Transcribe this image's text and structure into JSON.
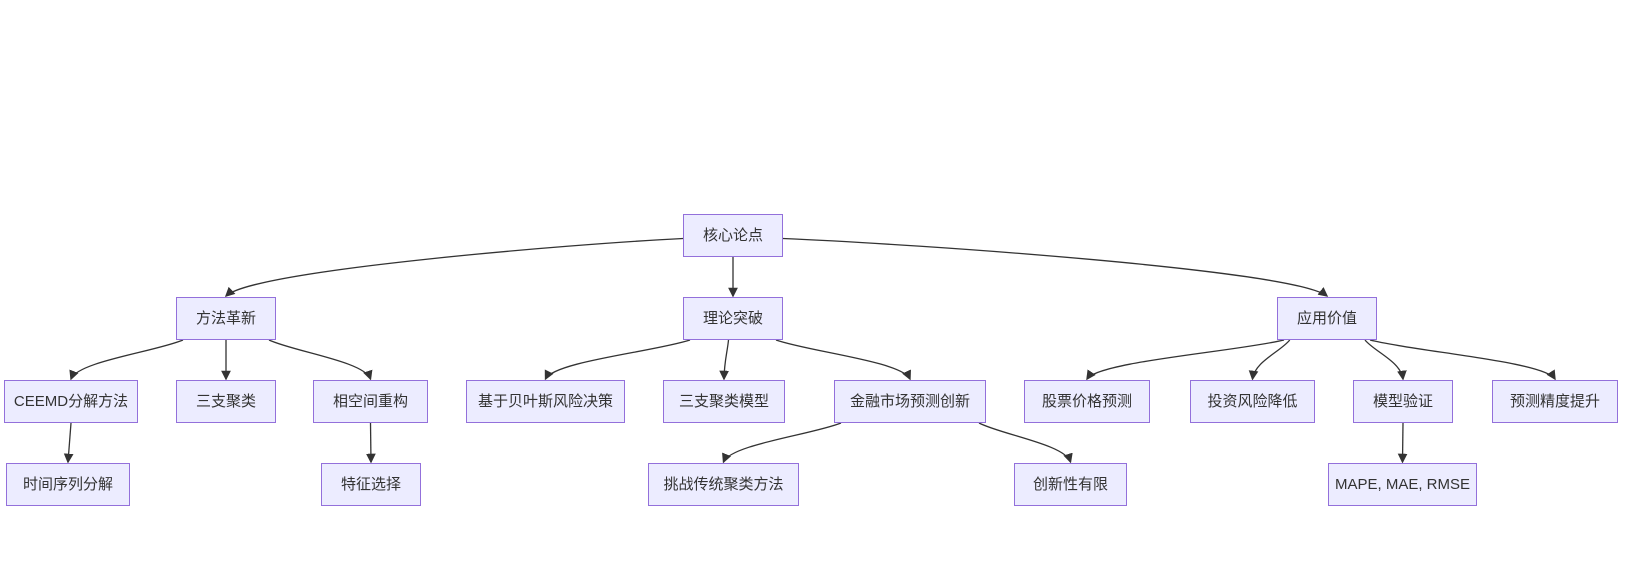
{
  "diagram": {
    "type": "flowchart-tree",
    "background_color": "#ffffff",
    "node_fill_color": "#ECECFF",
    "node_border_color": "#9370DB",
    "edge_color": "#333333",
    "text_color": "#333333",
    "nodes": [
      {
        "id": "root",
        "label": "核心论点"
      },
      {
        "id": "methods",
        "label": "方法革新"
      },
      {
        "id": "theory",
        "label": "理论突破"
      },
      {
        "id": "application",
        "label": "应用价值"
      },
      {
        "id": "ceemd",
        "label": "CEEMD分解方法"
      },
      {
        "id": "threeway",
        "label": "三支聚类"
      },
      {
        "id": "phase",
        "label": "相空间重构"
      },
      {
        "id": "bayes",
        "label": "基于贝叶斯风险决策"
      },
      {
        "id": "twmodel",
        "label": "三支聚类模型"
      },
      {
        "id": "finmkt",
        "label": "金融市场预测创新"
      },
      {
        "id": "stock",
        "label": "股票价格预测"
      },
      {
        "id": "invest",
        "label": "投资风险降低"
      },
      {
        "id": "validation",
        "label": "模型验证"
      },
      {
        "id": "precision",
        "label": "预测精度提升"
      },
      {
        "id": "timeseries",
        "label": "时间序列分解"
      },
      {
        "id": "feature",
        "label": "特征选择"
      },
      {
        "id": "challenge",
        "label": "挑战传统聚类方法"
      },
      {
        "id": "limited",
        "label": "创新性有限"
      },
      {
        "id": "metrics",
        "label": "MAPE, MAE, RMSE"
      }
    ],
    "edges": [
      {
        "from": "root",
        "to": "methods"
      },
      {
        "from": "root",
        "to": "theory"
      },
      {
        "from": "root",
        "to": "application"
      },
      {
        "from": "methods",
        "to": "ceemd"
      },
      {
        "from": "methods",
        "to": "threeway"
      },
      {
        "from": "methods",
        "to": "phase"
      },
      {
        "from": "theory",
        "to": "bayes"
      },
      {
        "from": "theory",
        "to": "twmodel"
      },
      {
        "from": "theory",
        "to": "finmkt"
      },
      {
        "from": "application",
        "to": "stock"
      },
      {
        "from": "application",
        "to": "invest"
      },
      {
        "from": "application",
        "to": "validation"
      },
      {
        "from": "application",
        "to": "precision"
      },
      {
        "from": "ceemd",
        "to": "timeseries"
      },
      {
        "from": "phase",
        "to": "feature"
      },
      {
        "from": "finmkt",
        "to": "challenge"
      },
      {
        "from": "finmkt",
        "to": "limited"
      },
      {
        "from": "validation",
        "to": "metrics"
      }
    ]
  }
}
